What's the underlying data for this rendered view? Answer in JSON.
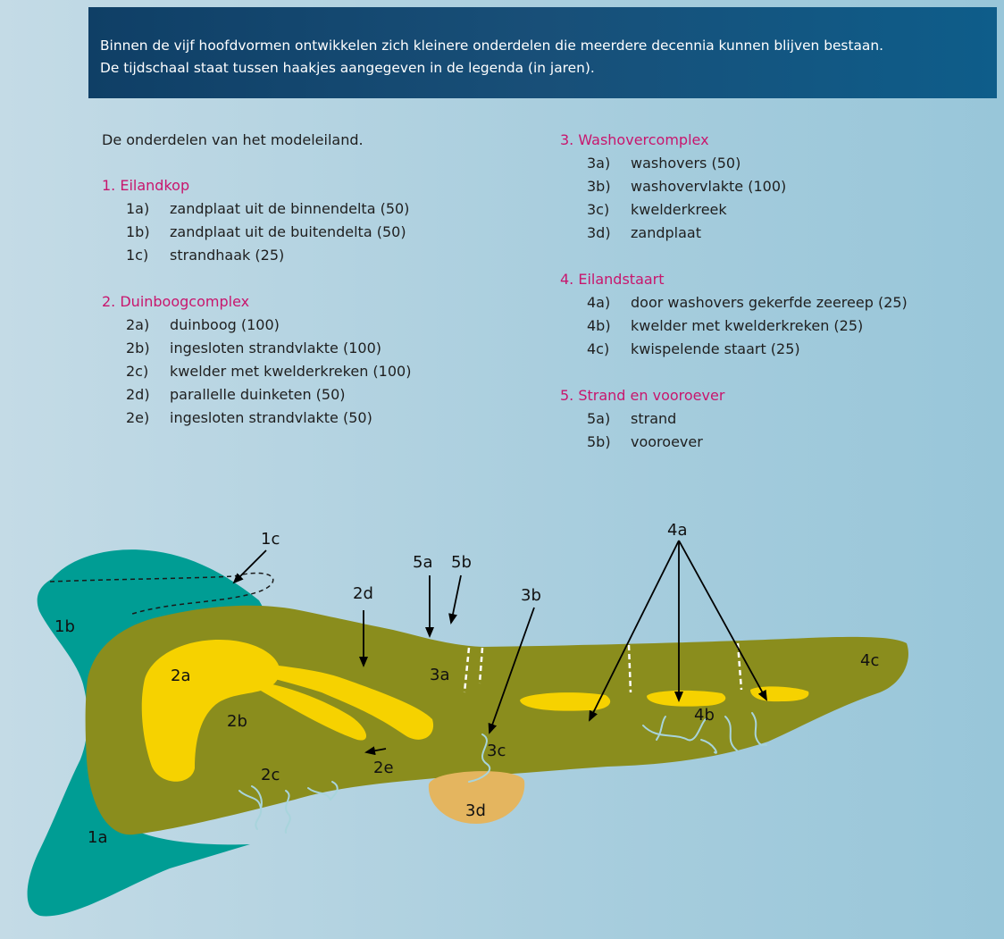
{
  "header": {
    "line1": "Binnen de vijf hoofdvormen ontwikkelen zich kleinere onderdelen die meerdere decennia kunnen blijven bestaan.",
    "line2": "De tijdschaal staat tussen haakjes aangegeven in de legenda (in jaren)."
  },
  "legend": {
    "intro": "De onderdelen van het modeleiland.",
    "groups": [
      {
        "title": "1.  Eilandkop",
        "items": [
          {
            "code": "1a)",
            "label": "zandplaat uit de binnendelta (50)"
          },
          {
            "code": "1b)",
            "label": "zandplaat uit de buitendelta (50)"
          },
          {
            "code": "1c)",
            "label": "strandhaak (25)"
          }
        ]
      },
      {
        "title": "2.  Duinboogcomplex",
        "items": [
          {
            "code": "2a)",
            "label": "duinboog (100)"
          },
          {
            "code": "2b)",
            "label": "ingesloten strandvlakte (100)"
          },
          {
            "code": "2c)",
            "label": "kwelder met kwelderkreken (100)"
          },
          {
            "code": "2d)",
            "label": "parallelle duinketen (50)"
          },
          {
            "code": "2e)",
            "label": "ingesloten strandvlakte (50)"
          }
        ]
      },
      {
        "title": "3. Washovercomplex",
        "items": [
          {
            "code": "3a)",
            "label": "washovers (50)"
          },
          {
            "code": "3b)",
            "label": "washovervlakte (100)"
          },
          {
            "code": "3c)",
            "label": "kwelderkreek"
          },
          {
            "code": "3d)",
            "label": "zandplaat"
          }
        ]
      },
      {
        "title": "4. Eilandstaart",
        "items": [
          {
            "code": "4a)",
            "label": "door washovers gekerfde zeereep (25)"
          },
          {
            "code": "4b)",
            "label": "kwelder met kwelderkreken (25)"
          },
          {
            "code": "4c)",
            "label": "kwispelende staart (25)"
          }
        ]
      },
      {
        "title": "5. Strand en vooroever",
        "items": [
          {
            "code": "5a)",
            "label": "strand"
          },
          {
            "code": "5b)",
            "label": "vooroever"
          }
        ]
      }
    ]
  },
  "diagram": {
    "labels": {
      "1a": "1a",
      "1b": "1b",
      "1c": "1c",
      "2a": "2a",
      "2b": "2b",
      "2c": "2c",
      "2d": "2d",
      "2e": "2e",
      "3a": "3a",
      "3b": "3b",
      "3c": "3c",
      "3d": "3d",
      "4a": "4a",
      "4b": "4b",
      "4c": "4c",
      "5a": "5a",
      "5b": "5b"
    },
    "colors": {
      "header_bg": "#184f78",
      "group_title": "#c8166d",
      "sandbank_teal": "#009d94",
      "island_olive": "#8a8d1d",
      "dune_yellow": "#f6d200",
      "sandflat_tan": "#e4b55f",
      "creek_blue": "#a8d4dc"
    }
  }
}
